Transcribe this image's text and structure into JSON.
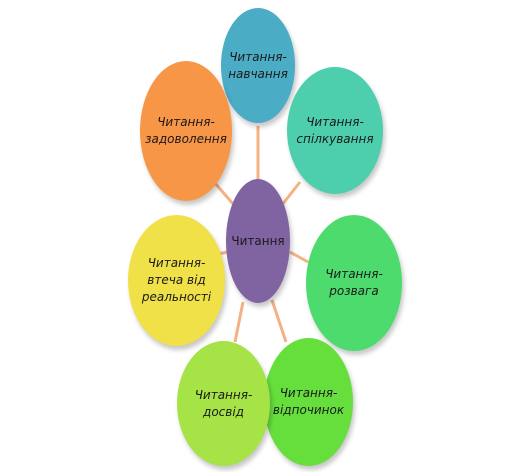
{
  "diagram": {
    "connector_color": "#F4B183",
    "center": {
      "label": "Читання",
      "color": "#8064A2"
    },
    "nodes": [
      {
        "id": "study",
        "label": "Читання-\nнавчання",
        "color": "#4BACC6"
      },
      {
        "id": "communication",
        "label": "Читання-\nспілкування",
        "color": "#4DCFAE"
      },
      {
        "id": "entertainment",
        "label": "Читання-\nрозвага",
        "color": "#4DDB6E"
      },
      {
        "id": "rest",
        "label": "Читання-\nвідпочинок",
        "color": "#66DF3D"
      },
      {
        "id": "experience",
        "label": "Читання-\nдосвід",
        "color": "#A5E346"
      },
      {
        "id": "escape",
        "label": "Читання-\nвтеча від\nреальності",
        "color": "#F0E148"
      },
      {
        "id": "pleasure",
        "label": "Читання-\nзадоволення",
        "color": "#F79646"
      }
    ]
  }
}
